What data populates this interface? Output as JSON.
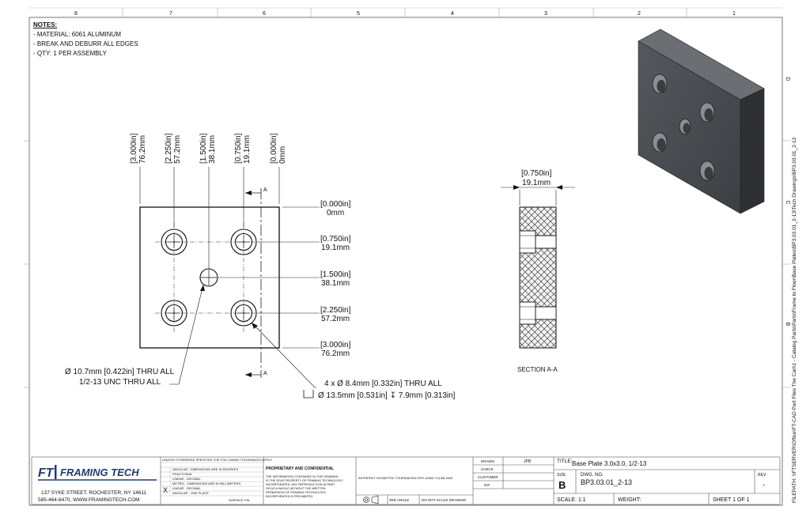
{
  "zone_numbers": [
    "8",
    "7",
    "6",
    "5",
    "4",
    "3",
    "2",
    "1"
  ],
  "zone_letters": [
    "D",
    "C",
    "B"
  ],
  "notes": {
    "title": "NOTES:",
    "lines": [
      "- MATERIAL: 6061 ALUMINUM",
      "- BREAK AND DEBURR ALL EDGES",
      "- QTY: 1 PER ASSEMBLY"
    ]
  },
  "dims_x": [
    {
      "in": "[3.000in]",
      "mm": "76.2mm"
    },
    {
      "in": "[2.250in]",
      "mm": "57.2mm"
    },
    {
      "in": "[1.500in]",
      "mm": "38.1mm"
    },
    {
      "in": "[0.750in]",
      "mm": "19.1mm"
    },
    {
      "in": "[0.000in]",
      "mm": "0mm"
    }
  ],
  "dims_y": [
    {
      "in": "[0.000in]",
      "mm": "0mm"
    },
    {
      "in": "[0.750in]",
      "mm": "19.1mm"
    },
    {
      "in": "[1.500in]",
      "mm": "38.1mm"
    },
    {
      "in": "[2.250in]",
      "mm": "57.2mm"
    },
    {
      "in": "[3.000in]",
      "mm": "76.2mm"
    }
  ],
  "section_marker": "A",
  "callout_center": {
    "line1": "Ø 10.7mm [0.422in] THRU ALL",
    "line2": "1/2-13 UNC  THRU ALL"
  },
  "callout_holes": {
    "line1": "4 x Ø 8.4mm [0.332in] THRU ALL",
    "line2": "Ø 13.5mm [0.531in] ↧ 7.9mm [0.313in]"
  },
  "section_view": {
    "dim_in": "[0.750in]",
    "dim_mm": "19.1mm",
    "label": "SECTION A-A"
  },
  "filepath": "FILEPATH: \\\\FTSERVER\\Office\\FT-CAD Part Files The Carl\\1 - Catalog Parts\\Parts\\Frame to Floor\\Base Plates\\BP3.03.01_2-13\\Tech Drawings\\BP3.03.01_2-13",
  "title_block": {
    "company": "FRAMING TECH",
    "address": "137 SYKE STREET, ROCHESTER, NY 14611",
    "contact": "585-464-8470, WWW.FRAMINGTECH.COM",
    "tol_header": "UNLESS OTHERWISE SPECIFIED THE FOLLOWING TOLERANCES APPLY",
    "tol_rows": [
      "ANGULAR - DIMENSIONS ARE IN DEGREES",
      "FRACTIONAL",
      "LINEAR - DECIMAL",
      "METRIC - DIMENSIONS ARE IN MILLIMETERS",
      "LINEAR - DECIMAL",
      "ANGULAR - ONE PLACE"
    ],
    "mark": "X",
    "surface_label": "SURFACE FIN",
    "prop_title": "PROPRIETARY AND CONFIDENTIAL",
    "prop_text": [
      "THE INFORMATION CONTAINED IN THIS DRAWING",
      "IS THE SOLE PROPERTY OF FRAMING TECHNOLOGY",
      "INCORPORATED. ANY REPRODUCTION IN PART",
      "OR AS A WHOLE WITHOUT THE WRITTEN",
      "PERMISSION OF FRAMING TECHNOLOGY",
      "INCORPORATED IS PROHIBITED."
    ],
    "interpret": "INTERPRET GEOMETRIC TOLERANCING PER: ASME Y14.5M-2009",
    "angle": "3RD ANGLE",
    "no_scale": "DO NOT SCALE DRAWING",
    "roles": [
      "DRAWN",
      "CHECK",
      "CUSTOMER",
      "ID#"
    ],
    "drawn_by": "JPB",
    "title_label": "TITLE:",
    "title": "Base Plate 3.0x3.0, 1/2-13",
    "size_label": "SIZE",
    "size": "B",
    "dwg_label": "DWG.  NO.",
    "dwg_no": "BP3.03.01_2-13",
    "rev_label": "REV",
    "rev": "-",
    "scale": "SCALE: 1:1",
    "weight": "WEIGHT:",
    "sheet": "SHEET 1 OF 1"
  }
}
